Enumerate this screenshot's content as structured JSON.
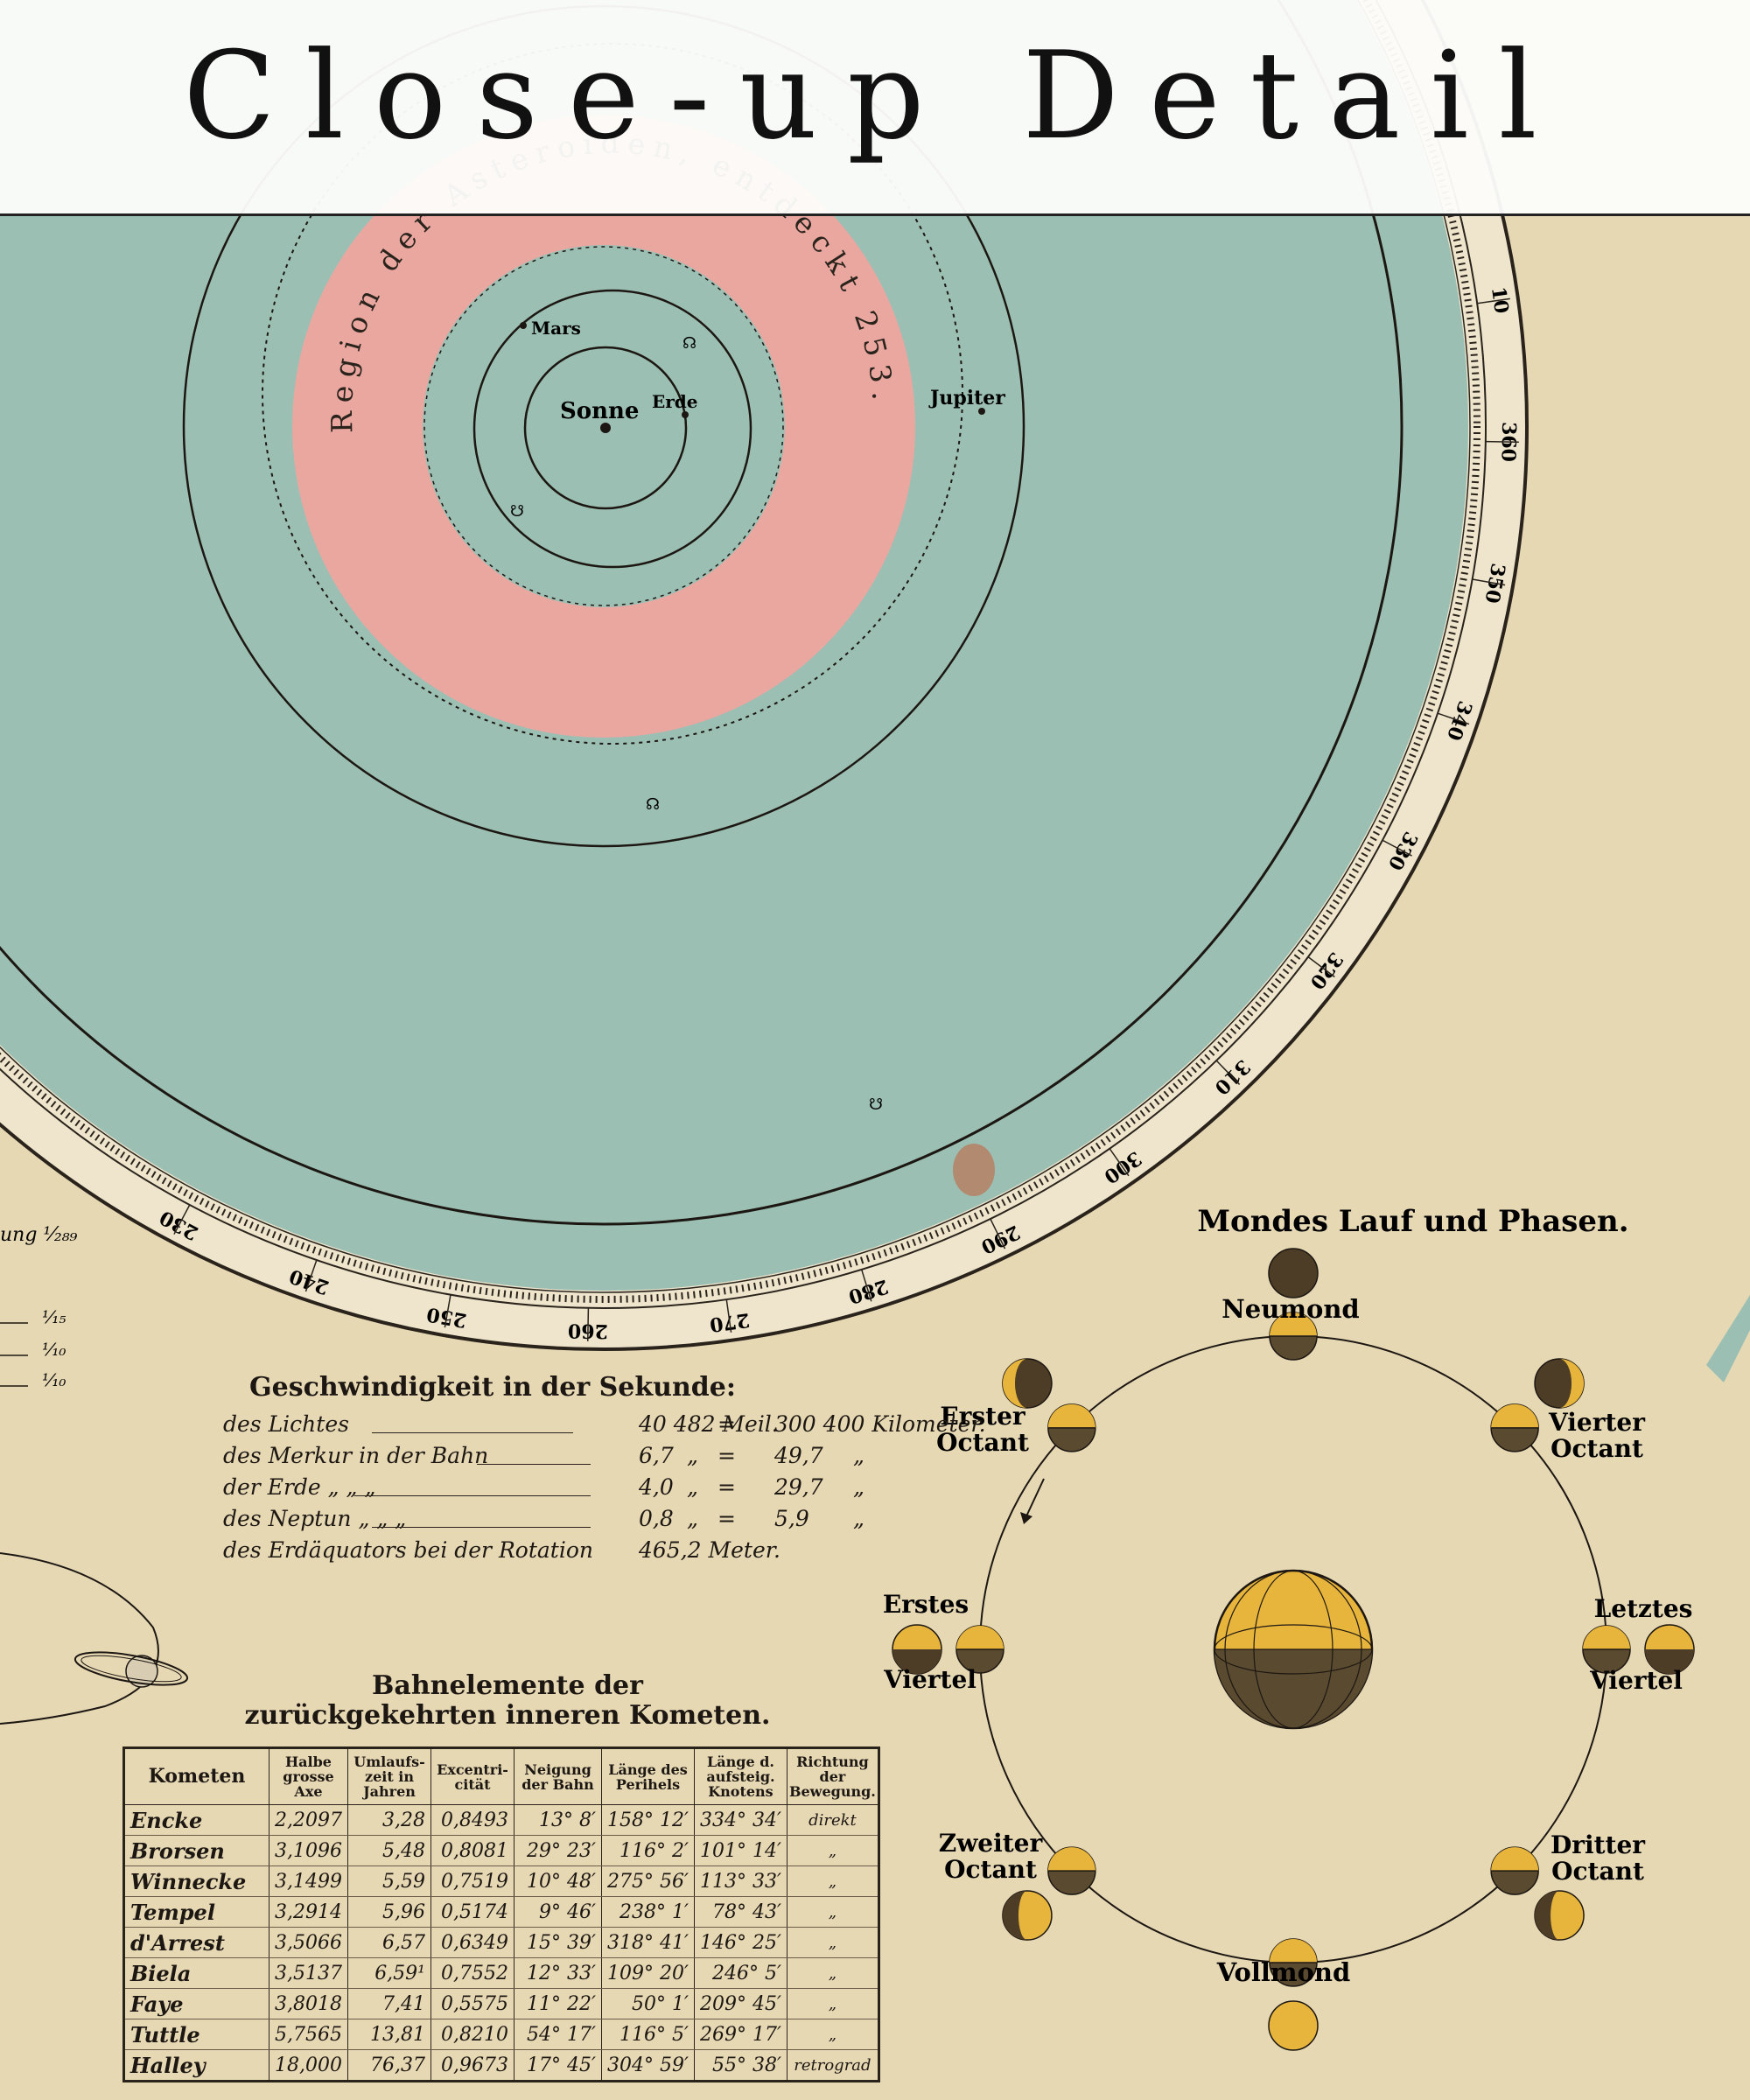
{
  "banner": {
    "title": "Close-up Detail"
  },
  "solar_system": {
    "arc_label": "Region der Asteroiden, entdeckt 253.",
    "bodies": [
      "Sonne",
      "Erde",
      "Mars",
      "Jupiter"
    ],
    "degree_ticks": [
      "10",
      "360",
      "350",
      "340",
      "330",
      "320",
      "310",
      "300",
      "290",
      "280",
      "270",
      "260",
      "250",
      "240",
      "230"
    ],
    "left_fragments": [
      "ung ¹⁄₂₈₉",
      "¹⁄₁₅",
      "¹⁄₁₀",
      "¹⁄₁₀"
    ]
  },
  "speeds": {
    "title": "Geschwindigkeit in der Sekunde:",
    "rows": [
      {
        "label": "des Lichtes",
        "v1": "40 482 Meil.",
        "q1": "",
        "eq": "=",
        "v2": "300 400 Kilometer.",
        "q2": ""
      },
      {
        "label": "des Merkur in der Bahn",
        "v1": "6,7",
        "q1": "„",
        "eq": "=",
        "v2": "49,7",
        "q2": "„"
      },
      {
        "label": "der Erde „ „ „",
        "v1": "4,0",
        "q1": "„",
        "eq": "=",
        "v2": "29,7",
        "q2": "„"
      },
      {
        "label": "des Neptun „ „ „",
        "v1": "0,8",
        "q1": "„",
        "eq": "=",
        "v2": "5,9",
        "q2": "„"
      },
      {
        "label": "des Erdäquators bei der Rotation",
        "v1": "465,2 Meter.",
        "q1": "",
        "eq": "",
        "v2": "",
        "q2": ""
      }
    ]
  },
  "comets": {
    "title_line1": "Bahnelemente der",
    "title_line2": "zurückgekehrten inneren Kometen.",
    "headers": [
      "Kometen",
      "Halbe grosse Axe",
      "Umlaufs-zeit in Jahren",
      "Excentri-cität",
      "Neigung der Bahn",
      "Länge des Perihels",
      "Länge d. aufsteig. Knotens",
      "Richtung der Bewegung."
    ],
    "rows": [
      [
        "Encke",
        "2,2097",
        "3,28",
        "0,8493",
        "13° 8′",
        "158° 12′",
        "334° 34′",
        "direkt"
      ],
      [
        "Brorsen",
        "3,1096",
        "5,48",
        "0,8081",
        "29° 23′",
        "116° 2′",
        "101° 14′",
        "„"
      ],
      [
        "Winnecke",
        "3,1499",
        "5,59",
        "0,7519",
        "10° 48′",
        "275° 56′",
        "113° 33′",
        "„"
      ],
      [
        "Tempel",
        "3,2914",
        "5,96",
        "0,5174",
        "9° 46′",
        "238° 1′",
        "78° 43′",
        "„"
      ],
      [
        "d'Arrest",
        "3,5066",
        "6,57",
        "0,6349",
        "15° 39′",
        "318° 41′",
        "146° 25′",
        "„"
      ],
      [
        "Biela",
        "3,5137",
        "6,59¹",
        "0,7552",
        "12° 33′",
        "109° 20′",
        "246° 5′",
        "„"
      ],
      [
        "Faye",
        "3,8018",
        "7,41",
        "0,5575",
        "11° 22′",
        "50° 1′",
        "209° 45′",
        "„"
      ],
      [
        "Tuttle",
        "5,7565",
        "13,81",
        "0,8210",
        "54° 17′",
        "116° 5′",
        "269° 17′",
        "„"
      ],
      [
        "Halley",
        "18,000",
        "76,37",
        "0,9673",
        "17° 45′",
        "304° 59′",
        "55° 38′",
        "retrograd"
      ]
    ]
  },
  "moon": {
    "title": "Mondes Lauf und Phasen.",
    "phases": [
      "Neumond",
      "Erster Octant",
      "Vierter Octant",
      "Erstes Viertel",
      "Letztes Viertel",
      "Zweiter Octant",
      "Dritter Octant",
      "Vollmond"
    ]
  },
  "colors": {
    "paper": "#e7d8b4",
    "orbit_teal": "#9cbfb4",
    "asteroid_pink": "#e9a7a0",
    "moon_gold": "#e8b53c",
    "ink": "#1c1712"
  }
}
